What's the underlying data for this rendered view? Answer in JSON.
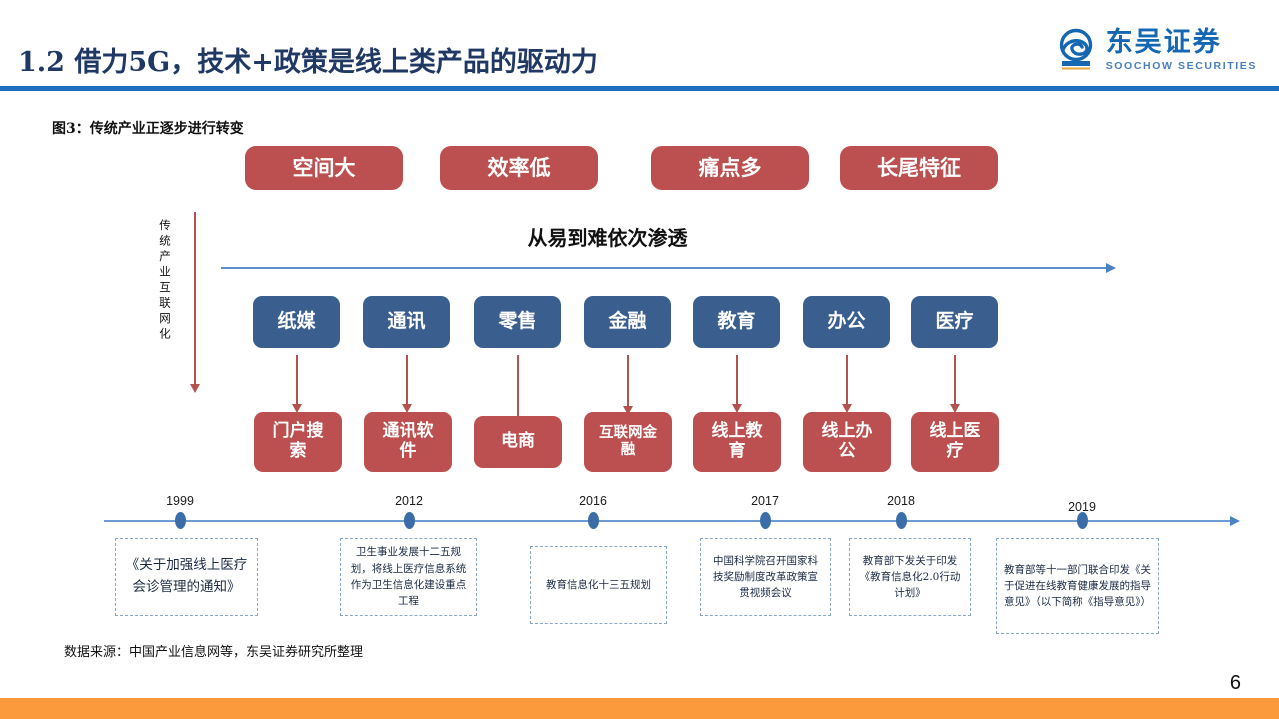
{
  "header": {
    "title": "1.2 借力5G，技术+政策是线上类产品的驱动力",
    "accent_color": "#1F6FC0",
    "title_color": "#1F3864"
  },
  "logo": {
    "mark_name": "soochow-securities-logo-icon",
    "cn_name": "东吴证券",
    "en_name": "SOOCHOW SECURITIES",
    "color": "#1567B2"
  },
  "figure": {
    "caption": "图3：传统产业正逐步进行转变",
    "top_tags": [
      "空间大",
      "效率低",
      "痛点多",
      "长尾特征"
    ],
    "vertical_label": "传统产业互联网化",
    "penetration_label": "从易到难依次渗透",
    "industries": [
      "纸媒",
      "通讯",
      "零售",
      "金融",
      "教育",
      "办公",
      "医疗"
    ],
    "outcomes": [
      "门户搜索",
      "通讯软件",
      "电商",
      "互联网金融",
      "线上教育",
      "线上办公",
      "线上医疗"
    ],
    "colors": {
      "red": "#BC4F4F",
      "blue": "#3A5F8F",
      "timeline_blue": "#6E9BD2",
      "dashed_border": "#8AA6C9"
    }
  },
  "timeline": {
    "years": [
      "1999",
      "2012",
      "2016",
      "2017",
      "2018",
      "2019"
    ],
    "policies": [
      "《关于加强线上医疗会诊管理的通知》",
      "卫生事业发展十二五规划，将线上医疗信息系统作为卫生信息化建设重点工程",
      "教育信息化十三五规划",
      "中国科学院召开国家科技奖励制度改革政策宣贯视频会议",
      "教育部下发关于印发《教育信息化2.0行动计划》",
      "教育部等十一部门联合印发《关于促进在线教育健康发展的指导意见》（以下简称《指导意见》）"
    ]
  },
  "footer": {
    "source": "数据来源：中国产业信息网等，东吴证券研究所整理",
    "page_number": "6",
    "bar_color": "#FB9A3C"
  }
}
